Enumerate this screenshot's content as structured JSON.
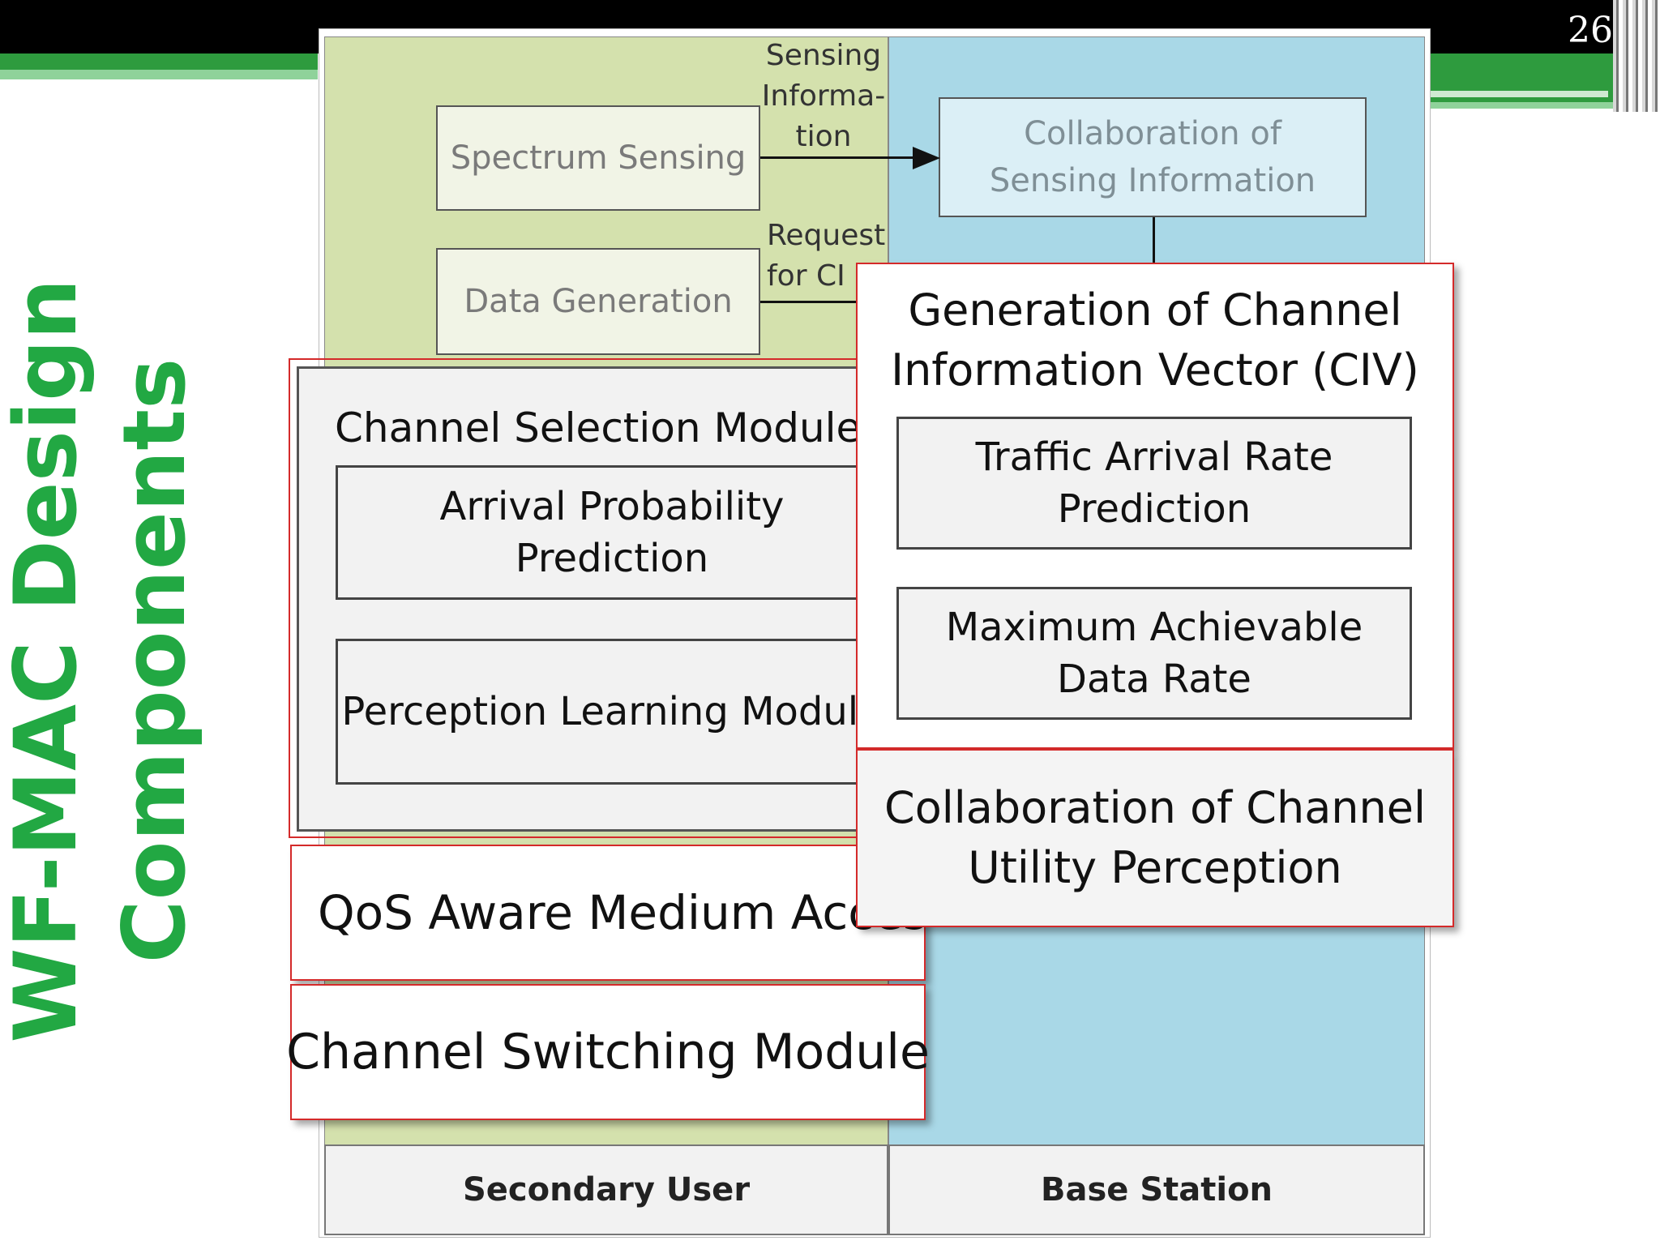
{
  "slide": {
    "page_number": "26",
    "title_line1": "WF-MAC Design",
    "title_line2": "Components",
    "accent_green": "#22a843"
  },
  "diagram": {
    "top_left_box": "Spectrum Sensing",
    "top_right_box": "Collaboration of Sensing Information",
    "arrow_label_sensing": "Sensing Informa- tion",
    "data_generation_box": "Data Generation",
    "arrow_label_request": "Request for CI",
    "channel_selection": {
      "title": "Channel Selection Module",
      "items": [
        "Arrival Probability Prediction",
        "Perception Learning Module"
      ]
    },
    "civ": {
      "title": "Generation of Channel Information Vector (CIV)",
      "items": [
        "Traffic Arrival Rate Prediction",
        "Maximum Achievable Data Rate"
      ]
    },
    "collab_utility": "Collaboration of Channel Utility Perception",
    "qos_module": "QoS Aware Medium Access",
    "switching_module": "Channel Switching Module",
    "footer_left": "Secondary User",
    "footer_right": "Base Station"
  }
}
